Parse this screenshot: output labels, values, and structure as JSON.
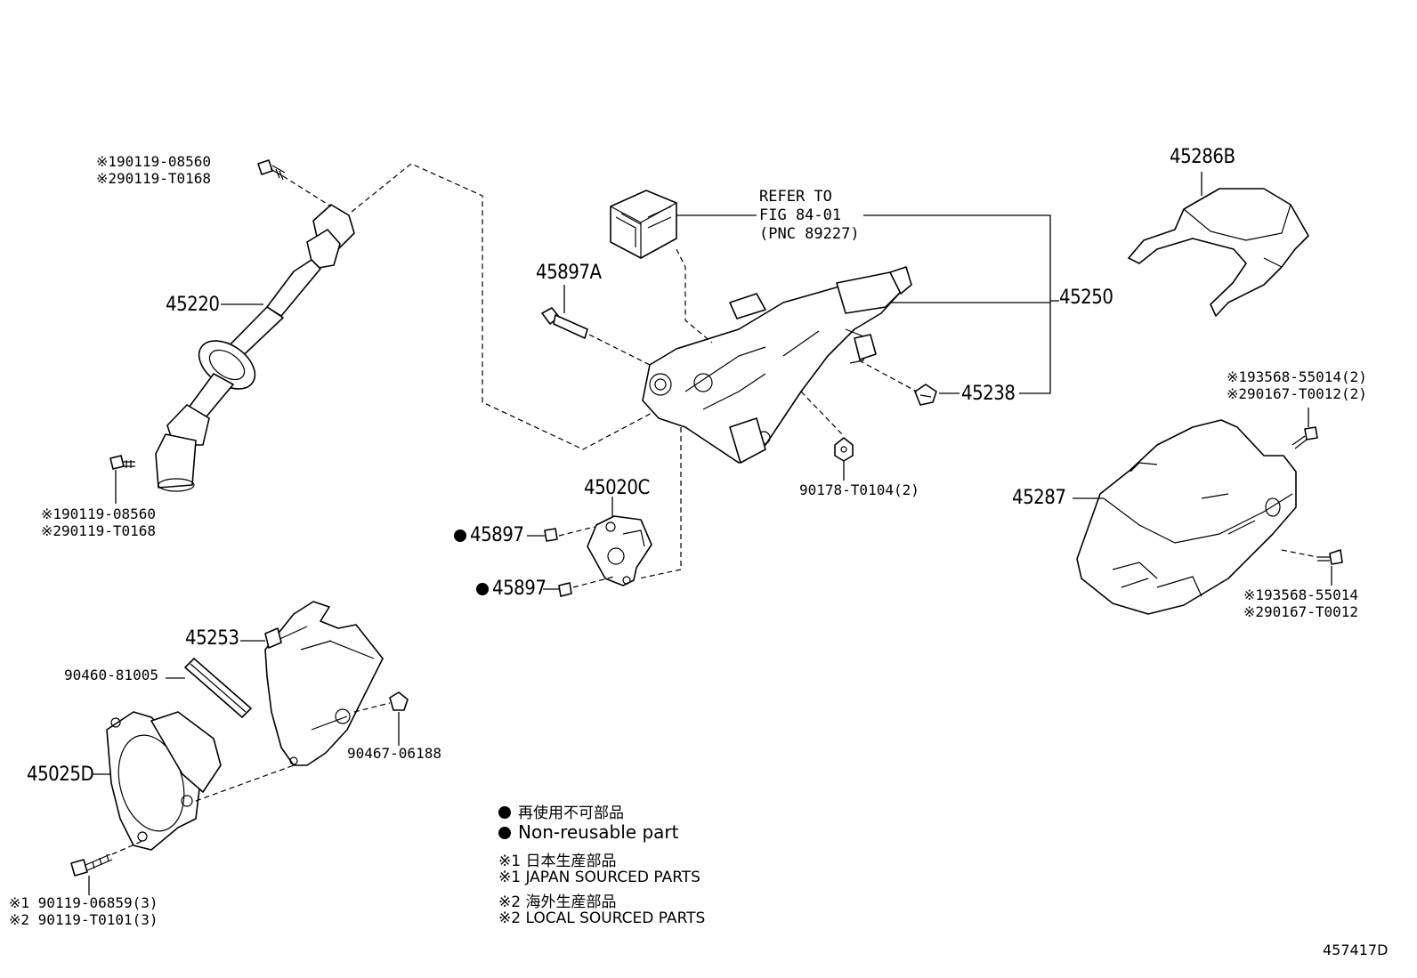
{
  "diagram_id": "457417D",
  "refer": {
    "line1": "REFER TO",
    "line2": "FIG 84-01",
    "line3": "(PNC 89227)"
  },
  "labels": {
    "p45286B": "45286B",
    "p45250": "45250",
    "p45238": "45238",
    "p45220": "45220",
    "p45897A": "45897A",
    "p45020C": "45020C",
    "p45897_1": "45897",
    "p45897_2": "45897",
    "p90178": "90178-T0104(2)",
    "p45287": "45287",
    "p45253": "45253",
    "p90460": "90460-81005",
    "p90467": "90467-06188",
    "p45025D": "45025D",
    "bolt_top_1": "※190119-08560",
    "bolt_top_2": "※290119-T0168",
    "bolt_mid_1": "※190119-08560",
    "bolt_mid_2": "※290119-T0168",
    "bolt_r1_1": "※193568-55014(2)",
    "bolt_r1_2": "※290167-T0012(2)",
    "bolt_r2_1": "※193568-55014",
    "bolt_r2_2": "※290167-T0012",
    "bolt_bl_1": "※1 90119-06859(3)",
    "bolt_bl_2": "※2 90119-T0101(3)"
  },
  "legend": {
    "nonreusable_jp": "再使用不可部品",
    "nonreusable_en": "Non-reusable part",
    "japan_jp": "※1 日本生産部品",
    "japan_en": "※1 JAPAN SOURCED PARTS",
    "local_jp": "※2 海外生産部品",
    "local_en": "※2 LOCAL SOURCED PARTS"
  }
}
